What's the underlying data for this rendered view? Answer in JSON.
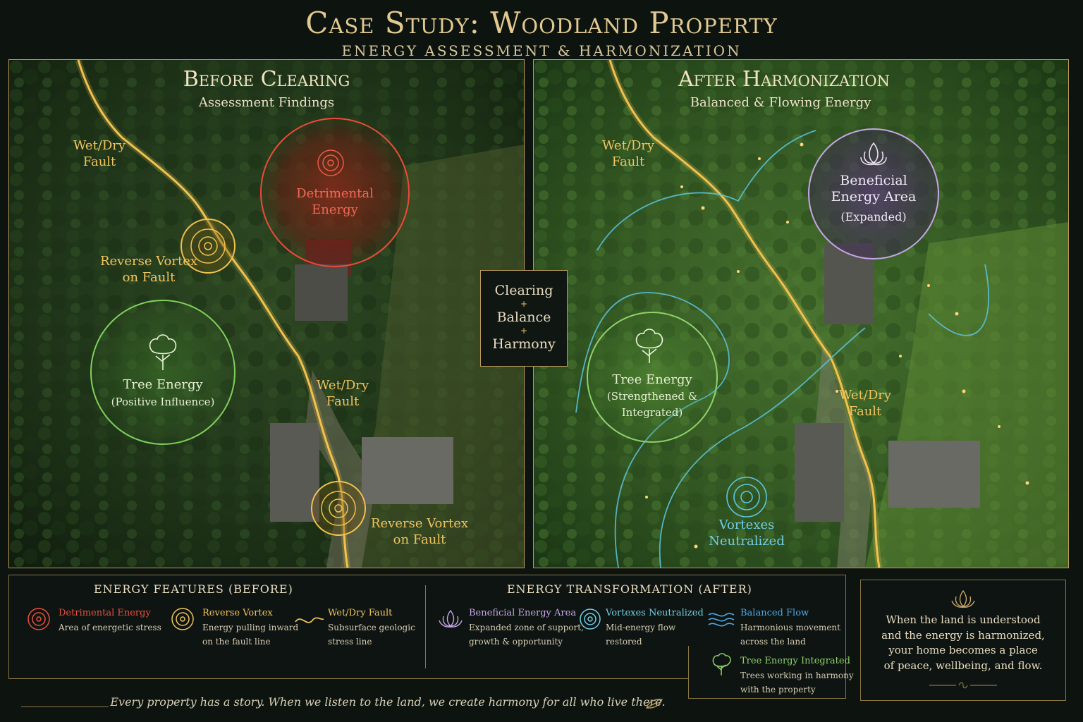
{
  "header": {
    "title": "Case Study: Woodland Property",
    "subtitle": "ENERGY ASSESSMENT & HARMONIZATION"
  },
  "before": {
    "title": "Before Clearing",
    "subtitle": "Assessment Findings",
    "fault_top": "Wet/Dry\nFault",
    "detrimental": "Detrimental\nEnergy",
    "vortex_top": "Reverse Vortex\non Fault",
    "tree": "Tree Energy",
    "tree_sub": "(Positive Influence)",
    "fault_mid": "Wet/Dry\nFault",
    "vortex_bottom": "Reverse Vortex\non Fault"
  },
  "center": {
    "line1": "Clearing",
    "line2": "Balance",
    "line3": "Harmony",
    "separator": "+"
  },
  "after": {
    "title": "After Harmonization",
    "subtitle": "Balanced & Flowing Energy",
    "fault_top": "Wet/Dry\nFault",
    "beneficial": "Beneficial\nEnergy Area",
    "beneficial_sub": "(Expanded)",
    "tree": "Tree Energy",
    "tree_sub": "(Strengthened &\nIntegrated)",
    "fault_mid": "Wet/Dry\nFault",
    "vortex": "Vortexes\nNeutralized"
  },
  "legend": {
    "before_heading": "ENERGY FEATURES (BEFORE)",
    "after_heading": "ENERGY TRANSFORMATION (AFTER)",
    "items": [
      {
        "title": "Detrimental Energy",
        "desc": "Area of energetic stress",
        "color": "#e9503f",
        "icon": "spiral-icon"
      },
      {
        "title": "Reverse Vortex",
        "desc": "Energy pulling inward\non the fault line",
        "color": "#efc460",
        "icon": "vortex-icon"
      },
      {
        "title": "Wet/Dry Fault",
        "desc": "Subsurface geologic\nstress line",
        "color": "#efc460",
        "icon": "wave-line-icon"
      },
      {
        "title": "Beneficial Energy Area",
        "desc": "Expanded zone of support,\ngrowth & opportunity",
        "color": "#c6a6e6",
        "icon": "lotus-icon"
      },
      {
        "title": "Vortexes Neutralized",
        "desc": "Mid-energy flow\nrestored",
        "color": "#6fd0e6",
        "icon": "spiral-icon"
      },
      {
        "title": "Balanced Flow",
        "desc": "Harmonious movement\nacross the land",
        "color": "#4fa8e6",
        "icon": "flow-waves-icon"
      },
      {
        "title": "Tree Energy Integrated",
        "desc": "Trees working in harmony\nwith the property",
        "color": "#8fd26a",
        "icon": "tree-icon"
      }
    ]
  },
  "quote": {
    "text": "When the land is understood\nand the energy is harmonized,\nyour home becomes a place\nof peace, wellbeing, and flow."
  },
  "footer": {
    "text": "Every property has a story. When we listen to the land, we create harmony for all who live there."
  },
  "colors": {
    "gold": "#efc460",
    "red": "#e9503f",
    "green": "#8fd26a",
    "purple": "#c6a6e6",
    "cyan": "#6fd0e6",
    "frame": "#b99a5b"
  }
}
